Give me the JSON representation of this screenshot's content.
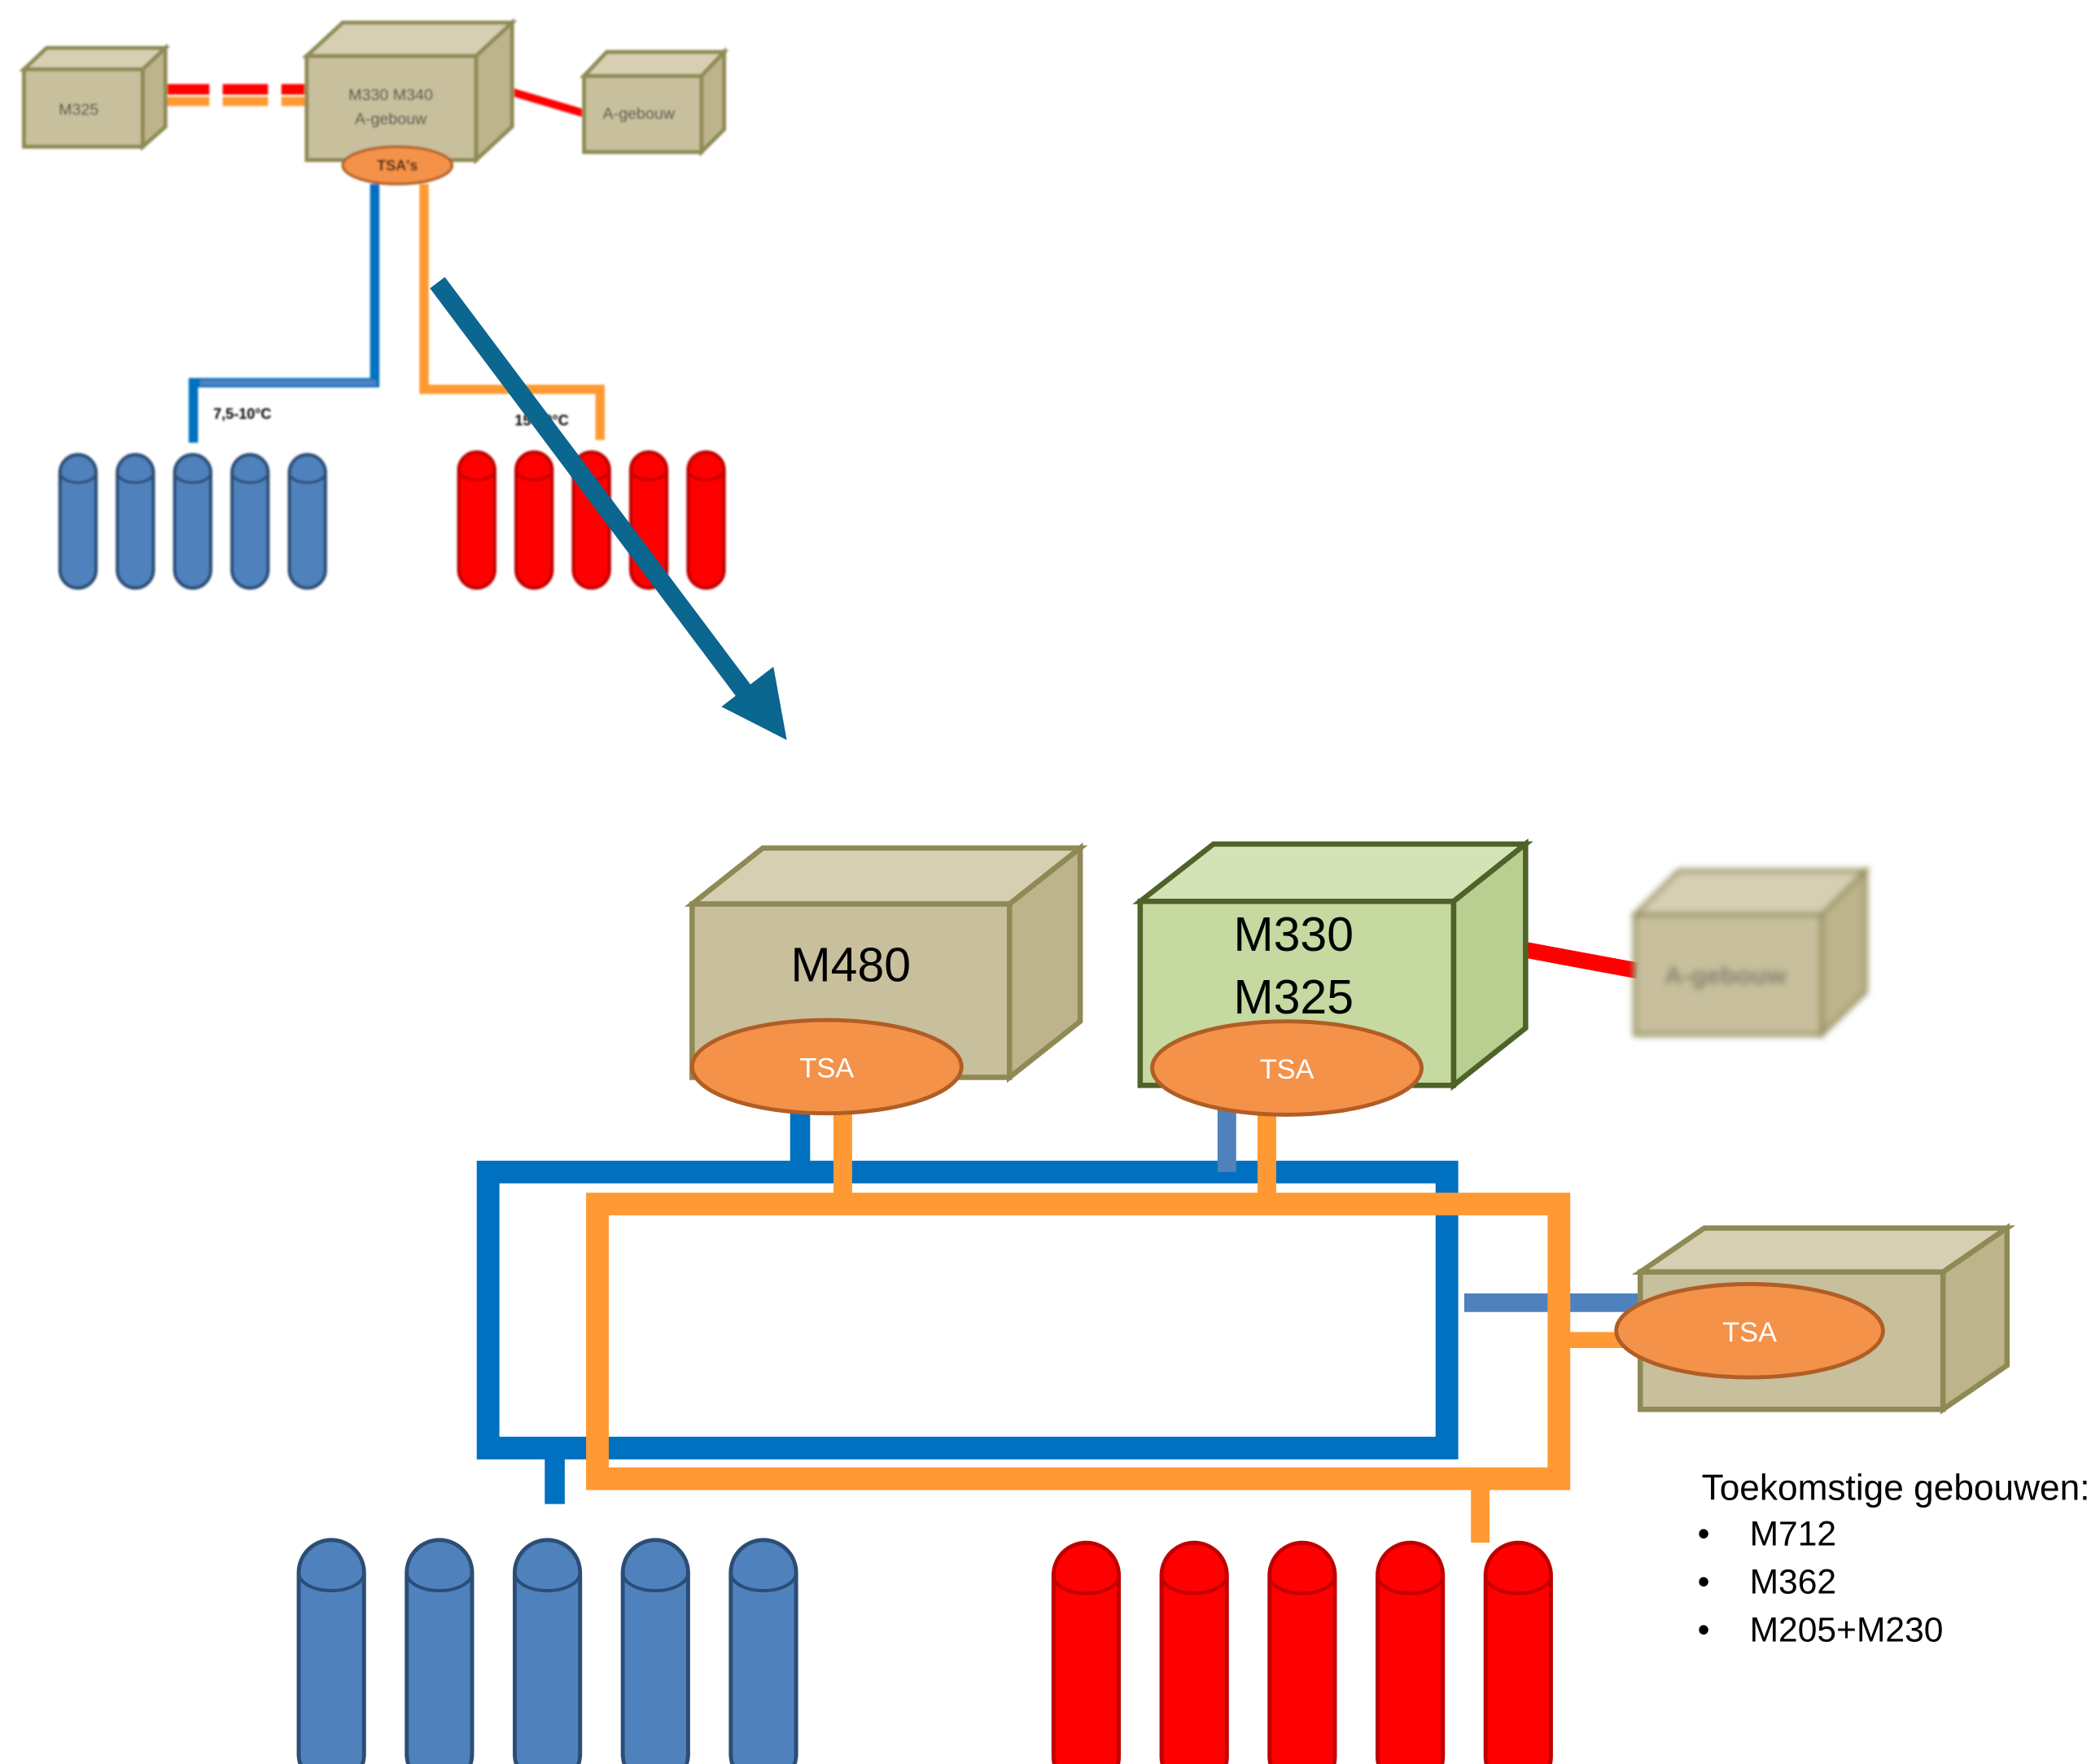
{
  "colors": {
    "building_fill": "#c8bf9c",
    "building_top": "#d6cfb1",
    "building_side": "#bdb48c",
    "building_stroke": "#8f8a55",
    "green_fill": "#c5d9a0",
    "green_stroke": "#4f6228",
    "tsa_fill": "#f4924a",
    "tsa_stroke": "#b05e25",
    "cold_pipe": "#0070c0",
    "cold_pipe_light": "#4f81bd",
    "warm_pipe": "#ff9933",
    "red_link": "#ff0000",
    "cold_tank": "#4f81bd",
    "cold_tank_stroke": "#2c4d75",
    "warm_tank": "#ff0000",
    "warm_tank_stroke": "#c00000",
    "arrow": "#0b6690"
  },
  "before": {
    "m325_label": "M325",
    "main_line1": "M330  M340",
    "main_line2": "A-gebouw",
    "tsa_label": "TSA's",
    "a_building_label": "A-gebouw",
    "cold_temp": "7,5-10°C",
    "warm_temp": "15-20°C",
    "cold_tank_count": 5,
    "warm_tank_count": 5
  },
  "after": {
    "m480_label": "M480",
    "m480_tsa": "TSA",
    "green_line1": "M330",
    "green_line2": "M325",
    "green_tsa": "TSA",
    "a_building_label": "A-gebouw",
    "future_tsa": "TSA",
    "cold_tank_count": 5,
    "warm_tank_count": 5
  },
  "notes": {
    "title": "Toekomstige gebouwen:",
    "bullet": "•",
    "items": [
      "M712",
      "M362",
      "M205+M230"
    ]
  }
}
